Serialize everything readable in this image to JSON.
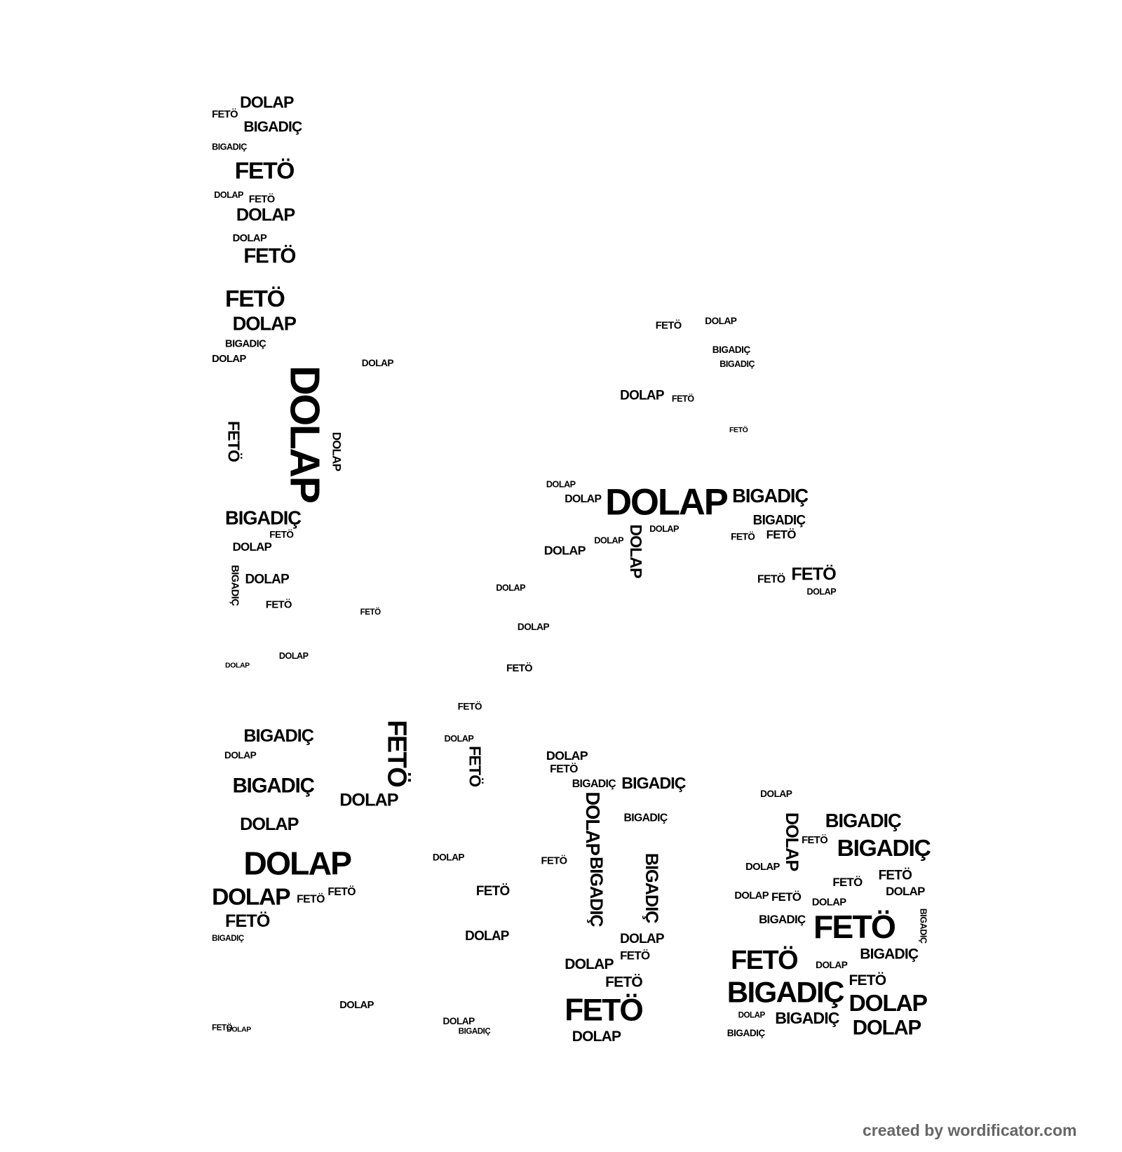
{
  "words": [
    "DOLAP",
    "FETÖ",
    "BIGADIÇ"
  ],
  "footer": "created by wordificator.com"
}
